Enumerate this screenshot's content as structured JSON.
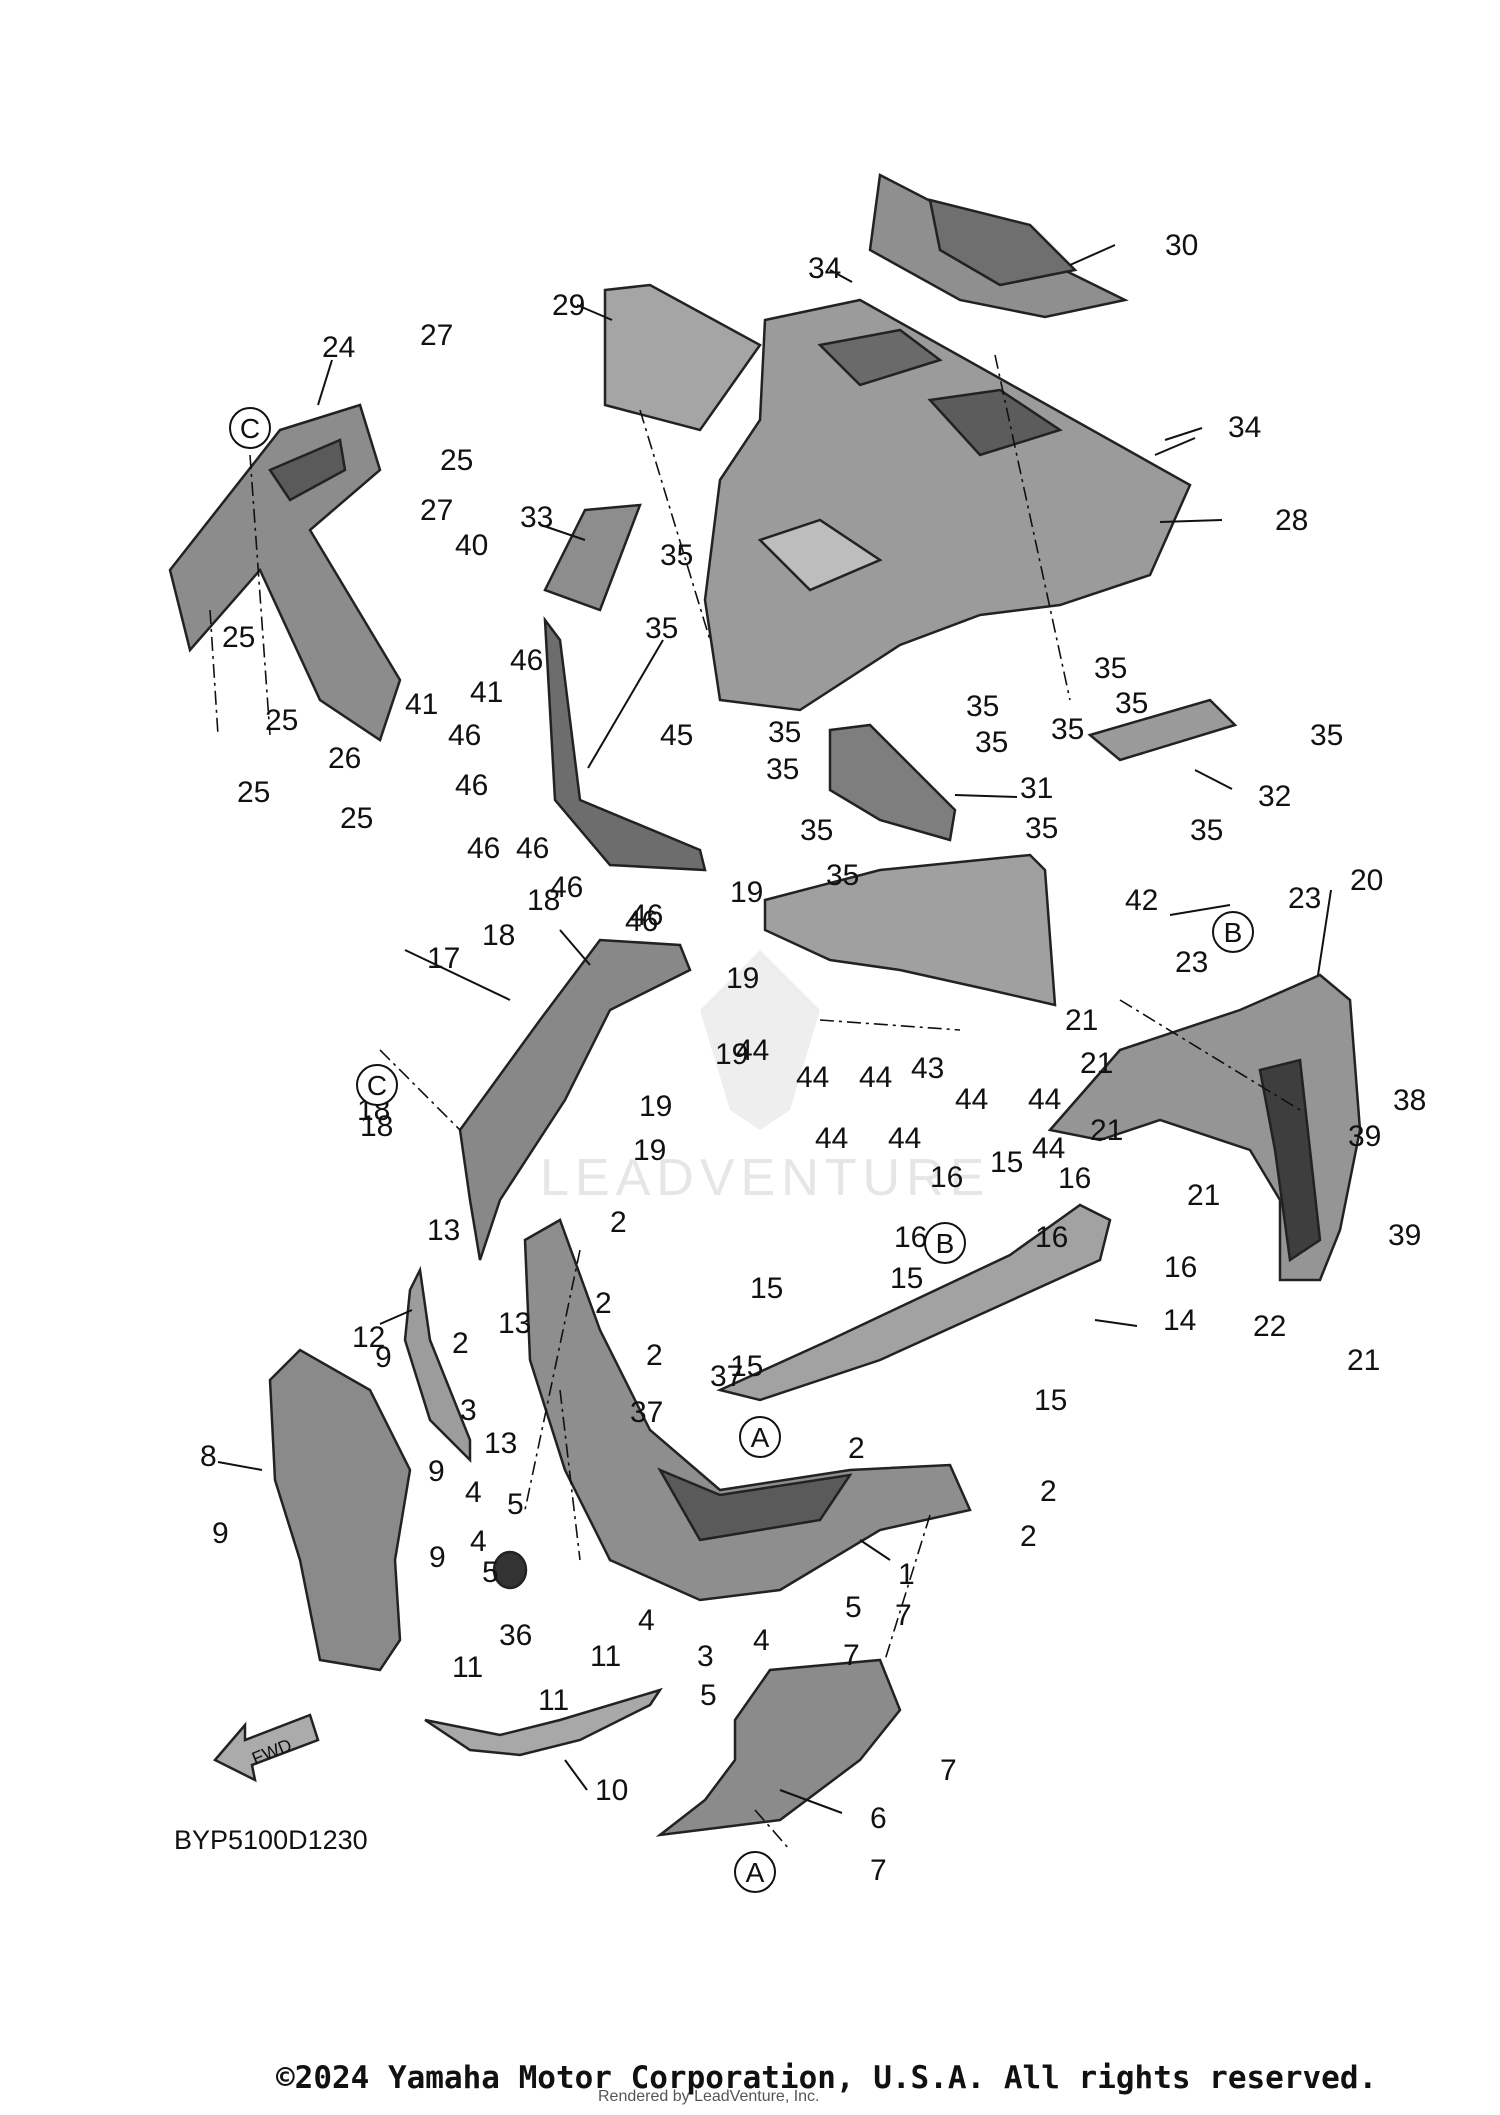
{
  "diagram": {
    "code": "BYP5100D1230",
    "copyright": "©2024 Yamaha Motor Corporation, U.S.A. All rights reserved.",
    "rendered_by": "Rendered by LeadVenture, Inc.",
    "watermark_text": "LEADVENTURE",
    "fwd_label": "FWD",
    "reference_markers": [
      "A",
      "B",
      "C"
    ],
    "callouts": [
      "1",
      "2",
      "3",
      "4",
      "5",
      "6",
      "7",
      "8",
      "9",
      "10",
      "11",
      "12",
      "13",
      "14",
      "15",
      "16",
      "17",
      "18",
      "19",
      "20",
      "21",
      "22",
      "23",
      "24",
      "25",
      "26",
      "27",
      "28",
      "29",
      "30",
      "31",
      "32",
      "33",
      "34",
      "35",
      "36",
      "37",
      "38",
      "39",
      "40",
      "41",
      "42",
      "43",
      "44",
      "45",
      "46"
    ],
    "colors": {
      "part_fill": "#9a9a9a",
      "part_dark": "#555555",
      "ink": "#111111"
    }
  }
}
